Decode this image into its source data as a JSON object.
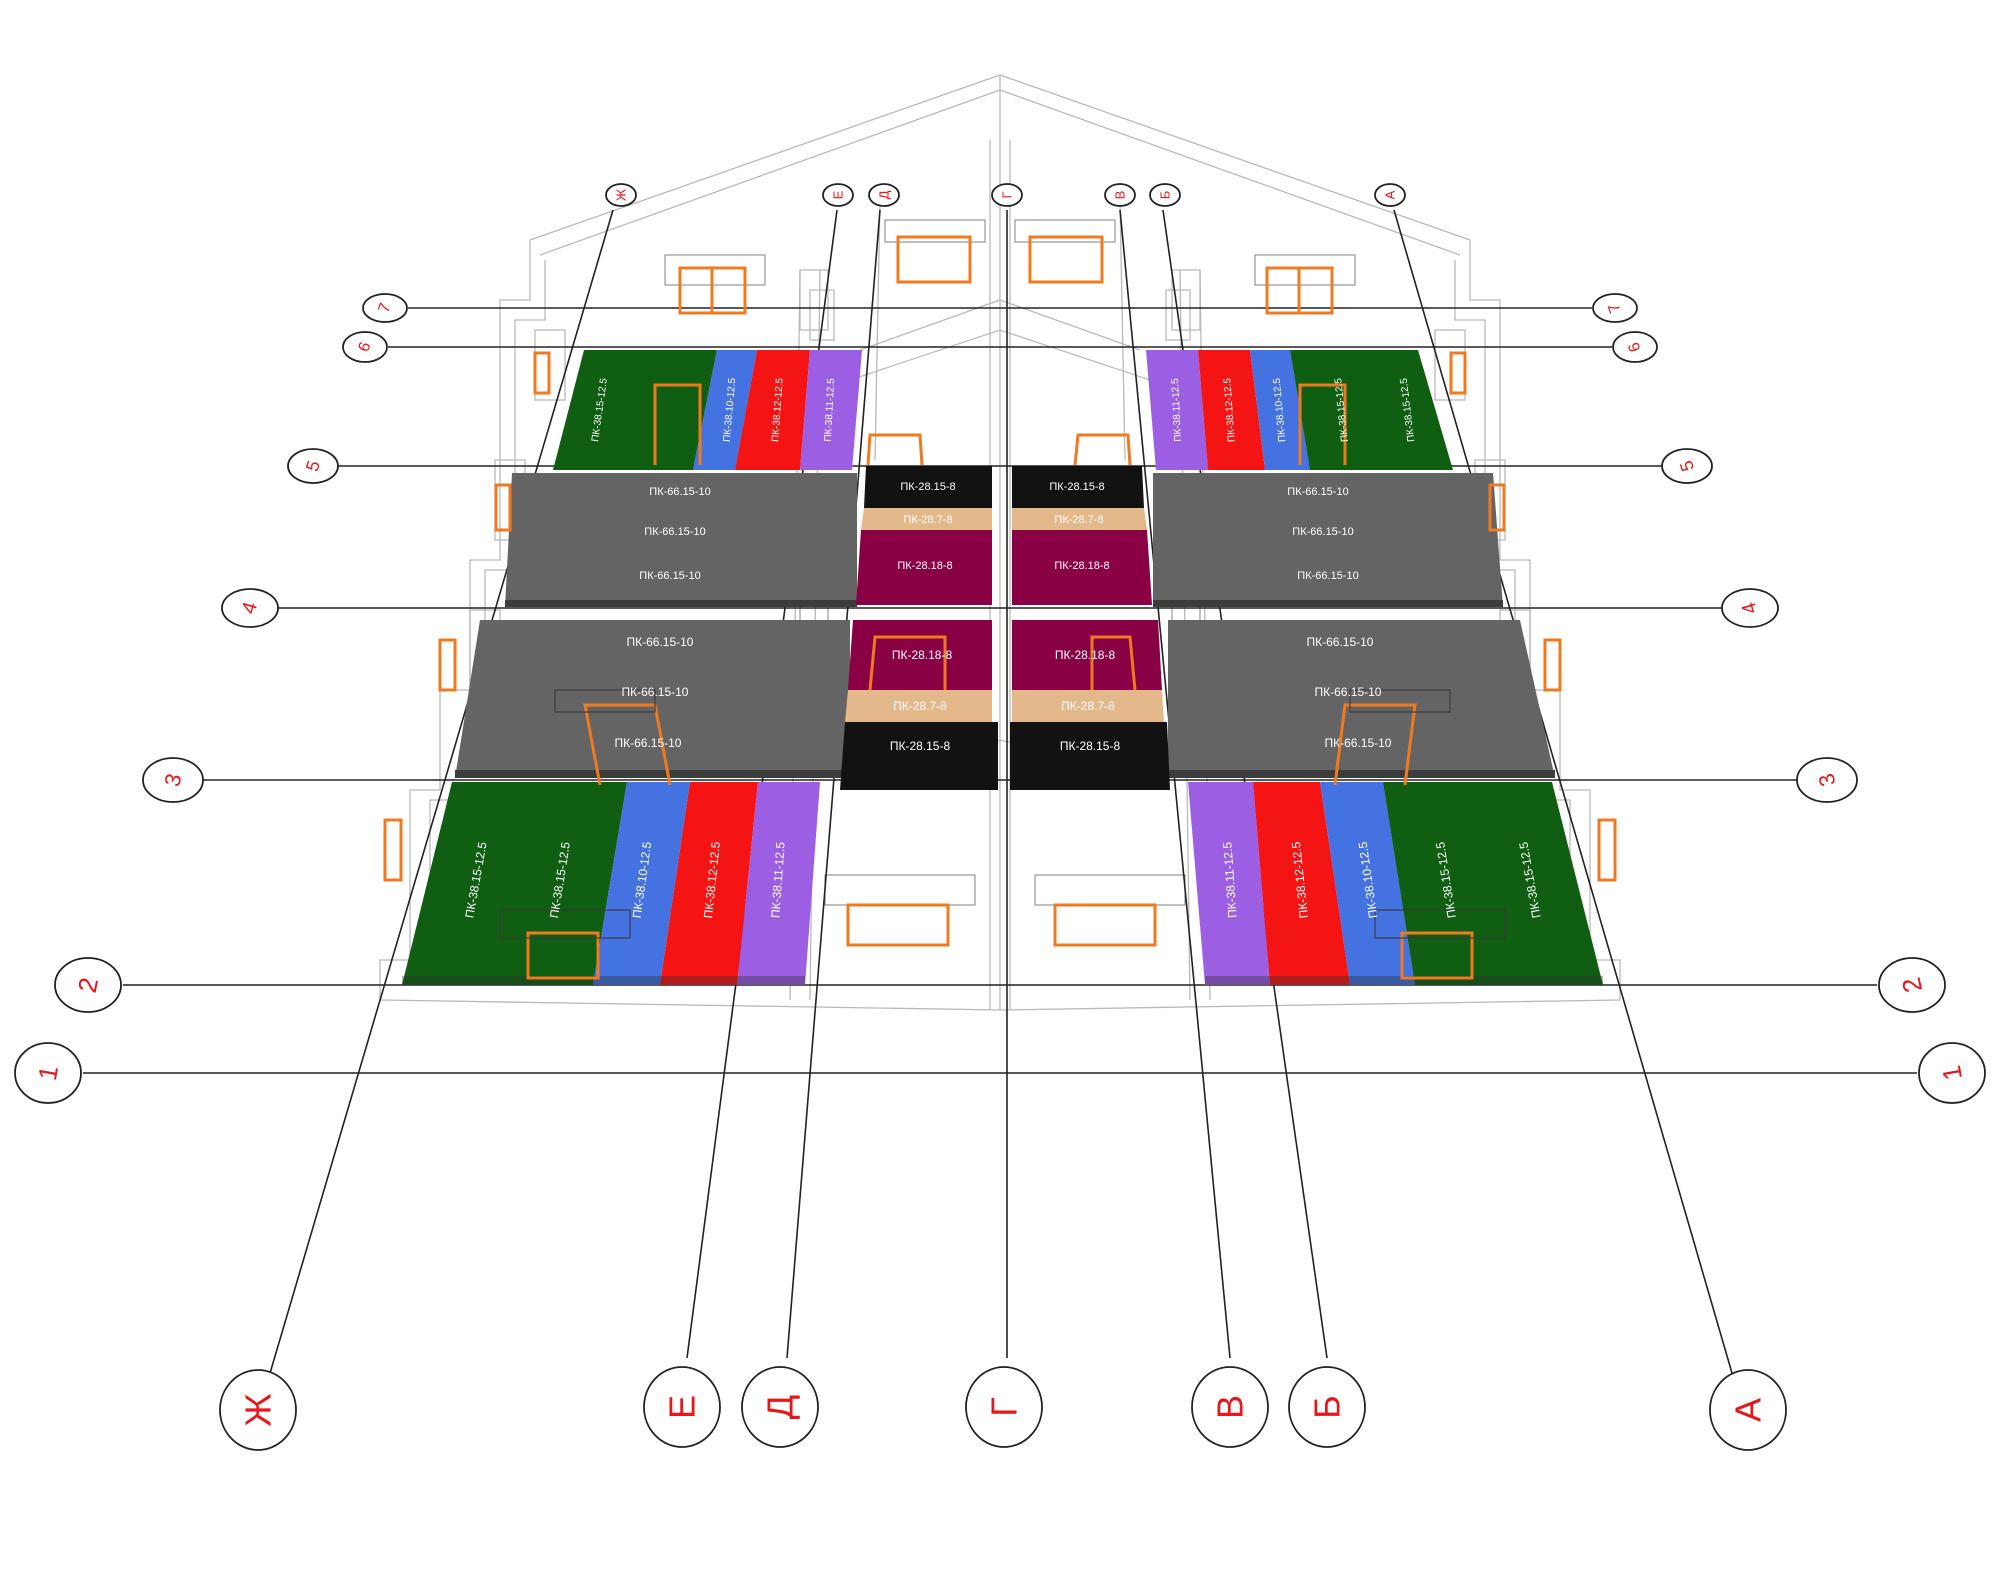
{
  "colors": {
    "slab_gray": "#646464",
    "slab_green": "#0f5e12",
    "slab_blue": "#4472e0",
    "slab_red": "#f41414",
    "slab_purple": "#9c5fe4",
    "slab_maroon": "#8a0044",
    "slab_tan": "#e3b88a",
    "slab_black": "#121212",
    "window_orange": "#f07a1f",
    "axis_text_red": "#e8161b"
  },
  "axes": {
    "rows": [
      "1",
      "2",
      "3",
      "4",
      "5",
      "6",
      "7"
    ],
    "columns": [
      "Ж",
      "Е",
      "Д",
      "Г",
      "В",
      "Б",
      "А"
    ]
  },
  "slabs": {
    "wide": "ПК-66.15-10",
    "long_15": "ПК-38.15-12.5",
    "long_12": "ПК-38.12-12.5",
    "long_10": "ПК-38.10-12.5",
    "long_11": "ПК-38.11-12.5",
    "short_15": "ПК-28.15-8",
    "short_18": "ПК-28.18-8",
    "short_7": "ПК-28.7-8"
  }
}
